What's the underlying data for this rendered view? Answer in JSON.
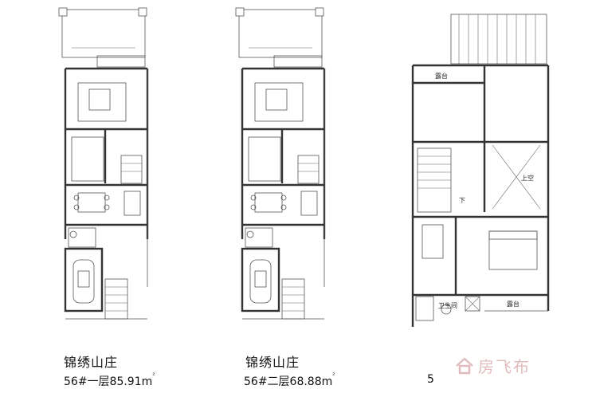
{
  "plans": [
    {
      "name": "锦绣山庄",
      "area_prefix": "56#一层85.91m",
      "area_unit_sup": "²"
    },
    {
      "name": "锦绣山庄",
      "area_prefix": "56#二层68.88m",
      "area_unit_sup": "²"
    },
    {
      "name": "",
      "area_prefix": "5",
      "area_unit_sup": ""
    }
  ],
  "room_labels": {
    "terrace": "露台",
    "up": "上空",
    "down": "下",
    "bathroom": "卫生间"
  },
  "watermark": {
    "text": "房飞布",
    "logo": "house-logo-icon"
  },
  "colors": {
    "line": "#333333",
    "watermark": "#c9868a"
  }
}
